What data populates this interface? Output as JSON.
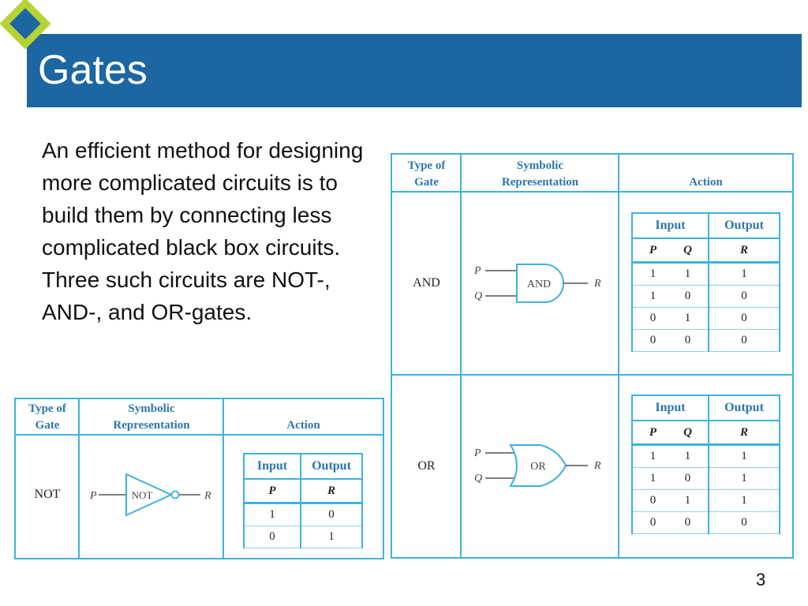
{
  "slide": {
    "title": "Gates",
    "body": "An efficient method for designing more complicated circuits is to build them by connecting less complicated black box circuits. Three such circuits are NOT-, AND-, and OR-gates.",
    "page_number": "3",
    "colors": {
      "title_bar": "#1c67a1",
      "diamond_outer": "#b7d235",
      "table_line": "#3fb1e0",
      "header_text": "#2a76b0"
    }
  },
  "headers": {
    "type_of_gate": "Type of Gate",
    "type_line1": "Type of",
    "type_line2": "Gate",
    "symbolic_line1": "Symbolic",
    "symbolic_line2": "Representation",
    "action": "Action",
    "input": "Input",
    "output": "Output"
  },
  "not_gate": {
    "name": "NOT",
    "symbol_label": "NOT",
    "input_label": "P",
    "output_label": "R",
    "truth_header": [
      "P",
      "R"
    ],
    "rows": [
      [
        "1",
        "0"
      ],
      [
        "0",
        "1"
      ]
    ]
  },
  "and_gate": {
    "name": "AND",
    "symbol_label": "AND",
    "input_labels": [
      "P",
      "Q"
    ],
    "output_label": "R",
    "truth_header": [
      "P",
      "Q",
      "R"
    ],
    "rows": [
      [
        "1",
        "1",
        "1"
      ],
      [
        "1",
        "0",
        "0"
      ],
      [
        "0",
        "1",
        "0"
      ],
      [
        "0",
        "0",
        "0"
      ]
    ]
  },
  "or_gate": {
    "name": "OR",
    "symbol_label": "OR",
    "input_labels": [
      "P",
      "Q"
    ],
    "output_label": "R",
    "truth_header": [
      "P",
      "Q",
      "R"
    ],
    "rows": [
      [
        "1",
        "1",
        "1"
      ],
      [
        "1",
        "0",
        "1"
      ],
      [
        "0",
        "1",
        "1"
      ],
      [
        "0",
        "0",
        "0"
      ]
    ]
  }
}
